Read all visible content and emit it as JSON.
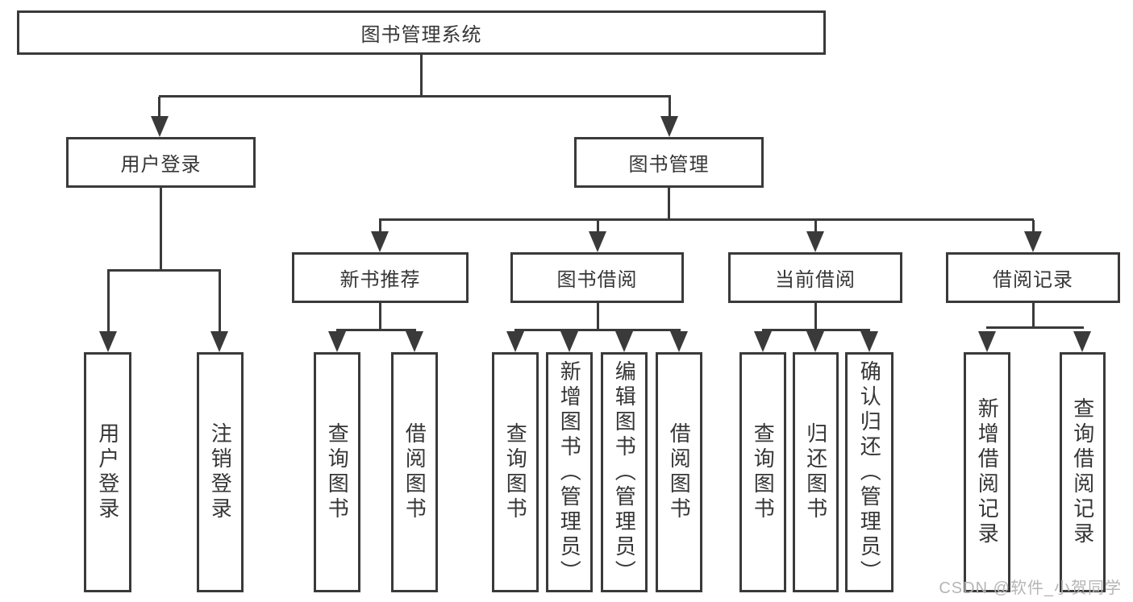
{
  "diagram": {
    "root": {
      "label": "图书管理系统"
    },
    "level1": [
      {
        "label": "用户登录"
      },
      {
        "label": "图书管理"
      }
    ],
    "level2": [
      {
        "label": "新书推荐"
      },
      {
        "label": "图书借阅"
      },
      {
        "label": "当前借阅"
      },
      {
        "label": "借阅记录"
      }
    ],
    "leaves": {
      "user_login": [
        "用户登录",
        "注销登录"
      ],
      "new_books": [
        "查询图书",
        "借阅图书"
      ],
      "book_borrow": [
        "查询图书",
        "新增图书（管理员）",
        "编辑图书（管理员）",
        "借阅图书"
      ],
      "current_borrow": [
        "查询图书",
        "归还图书",
        "确认归还（管理员）"
      ],
      "borrow_records": [
        "新增借阅记录",
        "查询借阅记录"
      ]
    }
  },
  "watermark": {
    "text": "CSDN @软件_小贺同学"
  },
  "colors": {
    "line": "#3a3a3a",
    "text": "#363636",
    "box_background": "#ffffff",
    "watermark": "#b5b5b5"
  }
}
